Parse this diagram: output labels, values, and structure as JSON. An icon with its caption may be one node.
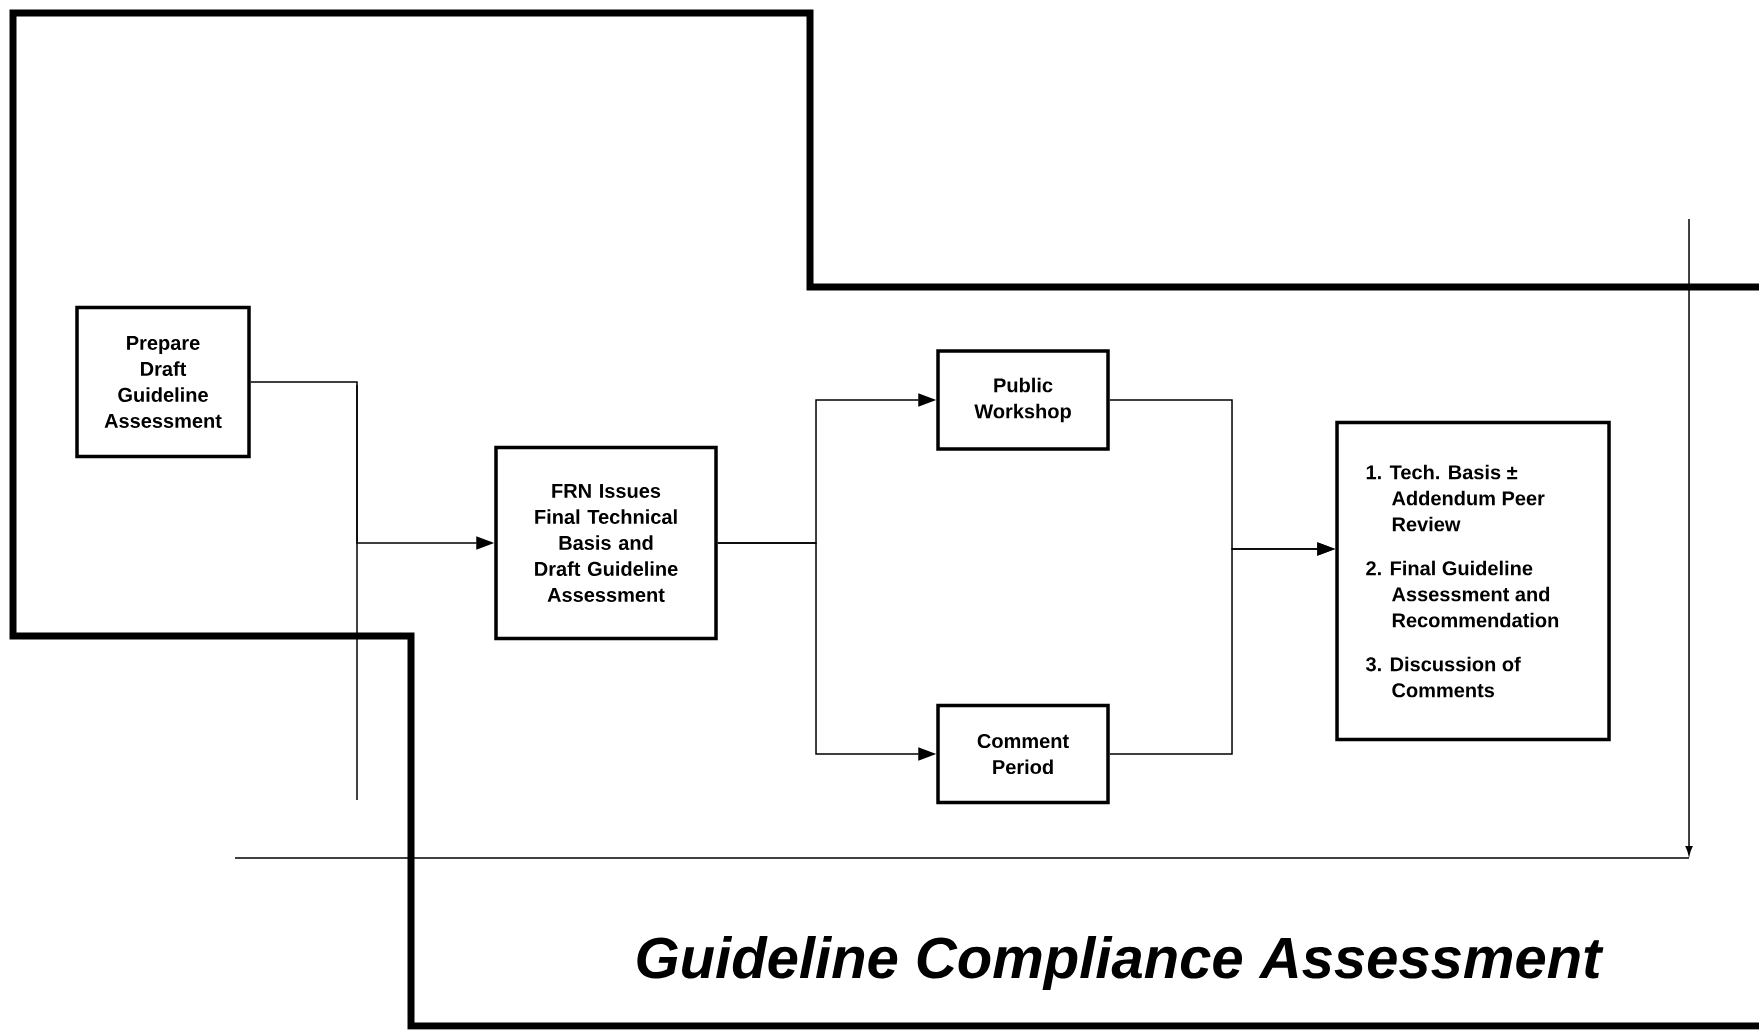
{
  "diagram": {
    "title": "Guideline Compliance Assessment",
    "nodes": [
      {
        "text": [
          "Prepare Draft Guideline Assessment"
        ]
      },
      {
        "text": [
          "FRN Issues Final Technical Basis and Draft Guideline Assessment"
        ]
      },
      {
        "text": [
          "Public Workshop"
        ]
      },
      {
        "text": [
          "Comment Period"
        ]
      },
      {
        "text": [
          "1. Tech. Basis ± Addendum Peer Review",
          "2. Final Guideline Assessment and Recommendation",
          "3. Discussion of Comments"
        ]
      }
    ],
    "edges": [
      {
        "from": 0,
        "to": 1,
        "arrow": "to"
      },
      {
        "from": 1,
        "to": 2,
        "arrow": "to"
      },
      {
        "from": 1,
        "to": 3,
        "arrow": "to"
      },
      {
        "from": 2,
        "to": 4,
        "arrow": "to"
      },
      {
        "from": 3,
        "to": 4,
        "arrow": "to"
      }
    ]
  }
}
